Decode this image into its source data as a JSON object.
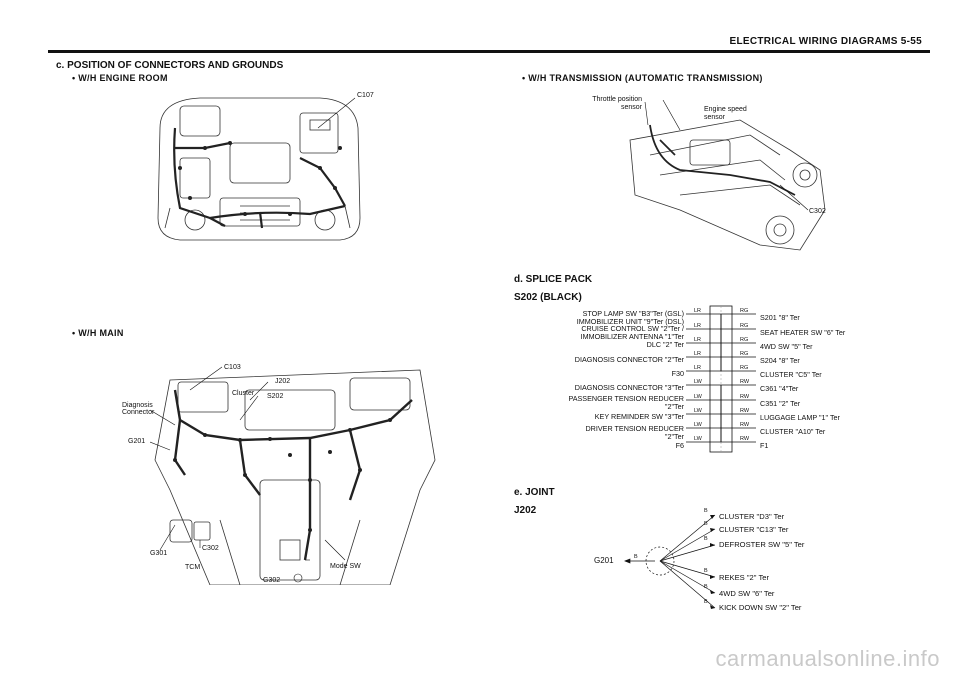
{
  "header": {
    "title": "ELECTRICAL WIRING DIAGRAMS  5-55"
  },
  "sections": {
    "c": {
      "title": "c. POSITION OF CONNECTORS AND GROUNDS"
    },
    "d": {
      "title": "d. SPLICE PACK",
      "subtitle": "S202 (BLACK)"
    },
    "e": {
      "title": "e. JOINT",
      "subtitle": "J202"
    }
  },
  "engine_room": {
    "bullet": "•  W/H ENGINE ROOM",
    "labels": {
      "c107": "C107"
    }
  },
  "main_harness": {
    "bullet": "•  W/H MAIN",
    "labels": {
      "c103": "C103",
      "j202": "J202",
      "cluster": "Cluster",
      "s202": "S202",
      "diag_line1": "Diagnosis",
      "diag_line2": "Connector",
      "g201": "G201",
      "g301": "G301",
      "c302": "C302",
      "tcm": "TCM",
      "g302": "G302",
      "mode_sw": "Mode SW"
    }
  },
  "transmission": {
    "bullet": "•  W/H TRANSMISSION (AUTOMATIC TRANSMISSION)",
    "labels": {
      "tps_line1": "Throttle position",
      "tps_line2": "sensor",
      "ess_line1": "Engine speed",
      "ess_line2": "sensor",
      "c302": "C302"
    }
  },
  "splice_pack": {
    "left": [
      {
        "l1": "STOP LAMP SW \"B3\"Ter (GSL)",
        "l2": "IMMOBILIZER UNIT \"9\"Ter (DSL)",
        "wire": "LR"
      },
      {
        "l1": "CRUISE CONTROL SW \"2\"Ter /",
        "l2": "IMMOBILIZER ANTENNA \"1\"Ter",
        "wire": "LR"
      },
      {
        "l1": "DLC \"2\" Ter",
        "l2": "",
        "wire": "LR"
      },
      {
        "l1": "DIAGNOSIS CONNECTOR \"2\"Ter",
        "l2": "",
        "wire": "LR"
      },
      {
        "l1": "F30",
        "l2": "",
        "wire": "LR"
      },
      {
        "l1": "DIAGNOSIS CONNECTOR \"3\"Ter",
        "l2": "",
        "wire": "LW"
      },
      {
        "l1": "PASSENGER TENSION REDUCER",
        "l2": "\"2\"Ter",
        "wire": "LW"
      },
      {
        "l1": "KEY REMINDER SW \"3\"Ter",
        "l2": "",
        "wire": "LW"
      },
      {
        "l1": "DRIVER TENSION REDUCER",
        "l2": "\"2\"Ter",
        "wire": "LW"
      },
      {
        "l1": "F6",
        "l2": "",
        "wire": "LW"
      }
    ],
    "right": [
      {
        "label": "S201 \"8\" Ter",
        "wire": "RG"
      },
      {
        "label": "SEAT HEATER SW \"6\" Ter",
        "wire": "RG"
      },
      {
        "label": "4WD SW \"5\" Ter",
        "wire": "RG"
      },
      {
        "label": "S204 \"8\" Ter",
        "wire": "RG"
      },
      {
        "label": "CLUSTER \"C5\" Ter",
        "wire": "RG"
      },
      {
        "label": "C361 \"4\"Ter",
        "wire": "RW"
      },
      {
        "label": "C351 \"2\" Ter",
        "wire": "RW"
      },
      {
        "label": "LUGGAGE LAMP \"1\" Ter",
        "wire": "RW"
      },
      {
        "label": "CLUSTER \"A10\" Ter",
        "wire": "RW"
      },
      {
        "label": "F1",
        "wire": "RW"
      }
    ]
  },
  "joint": {
    "ground": "G201",
    "ground_wire": "B",
    "branches": [
      {
        "label": "CLUSTER \"D3\" Ter",
        "wire": "B"
      },
      {
        "label": "CLUSTER \"C13\" Ter",
        "wire": "B"
      },
      {
        "label": "DEFROSTER SW \"5\" Ter",
        "wire": "B"
      },
      {
        "label": "REKES \"2\" Ter",
        "wire": "B"
      },
      {
        "label": "4WD SW \"6\" Ter",
        "wire": "B"
      },
      {
        "label": "KICK DOWN SW \"2\" Ter",
        "wire": "B"
      }
    ]
  },
  "watermark": "carmanualsonline.info"
}
